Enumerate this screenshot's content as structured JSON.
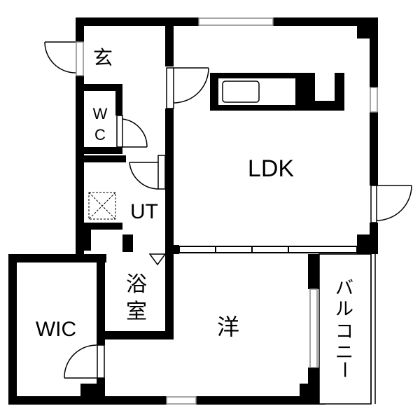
{
  "rooms": {
    "genkan": "玄",
    "wc_top": "W",
    "wc_bottom": "C",
    "ut": "UT",
    "ldk": "LDK",
    "bath_top": "浴",
    "bath_bottom": "室",
    "wic": "WIC",
    "western": "洋",
    "balcony": [
      "バ",
      "ル",
      "コ",
      "ニ",
      "ー"
    ]
  },
  "colors": {
    "wall": "#000000",
    "background": "#ffffff"
  }
}
